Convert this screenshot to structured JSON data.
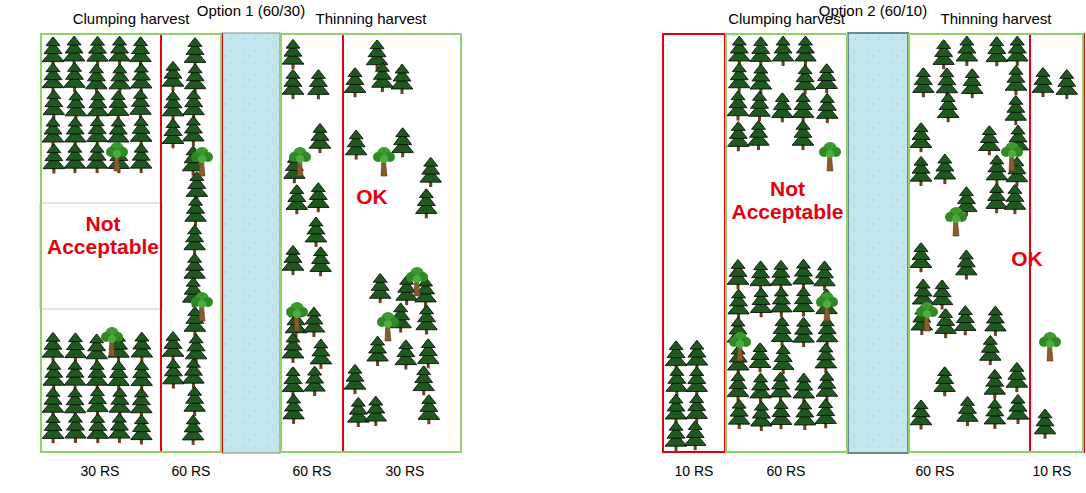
{
  "diagram": {
    "nodes": [
      {
        "text": [
          "Clumping harvest",
          "Not Acceptable"
        ]
      },
      {
        "text": [
          "Thinning harvest",
          "OK"
        ]
      },
      {
        "text": [
          "Clumping harvest",
          "Not Acceptable"
        ]
      },
      {
        "text": [
          "Thinning harvest",
          "OK"
        ]
      }
    ],
    "labels": [
      "Option 1 (60/30)",
      "30 RS",
      "60 RS",
      "60 RS",
      "30 RS",
      "Option 2 (60/10)",
      "10 RS",
      "60 RS",
      "60 RS",
      "10 RS"
    ]
  }
}
